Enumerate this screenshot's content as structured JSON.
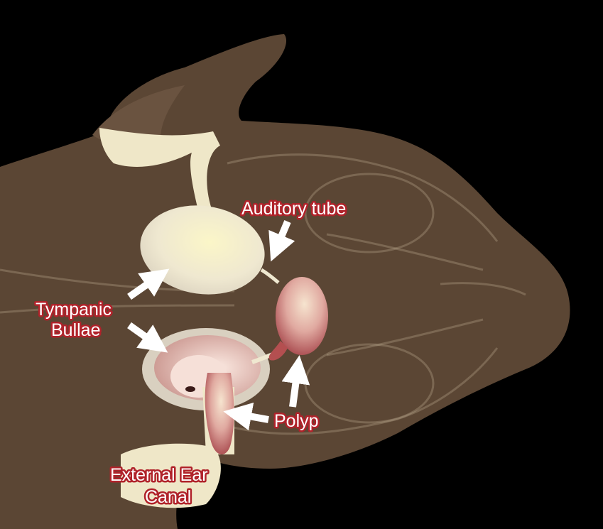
{
  "labels": {
    "auditory_tube": "Auditory tube",
    "tympanic_bullae_line1": "Tympanic",
    "tympanic_bullae_line2": "Bullae",
    "polyp": "Polyp",
    "external_ear_canal_line1": "External Ear",
    "external_ear_canal_line2": "Canal"
  },
  "colors": {
    "background": "#000000",
    "head_silhouette": "#5b4634",
    "bulla": "#f3ecd2",
    "polyp": "#c97b74",
    "label_outline": "#b0222a",
    "label_text": "#ffffff",
    "arrow": "#ffffff"
  }
}
